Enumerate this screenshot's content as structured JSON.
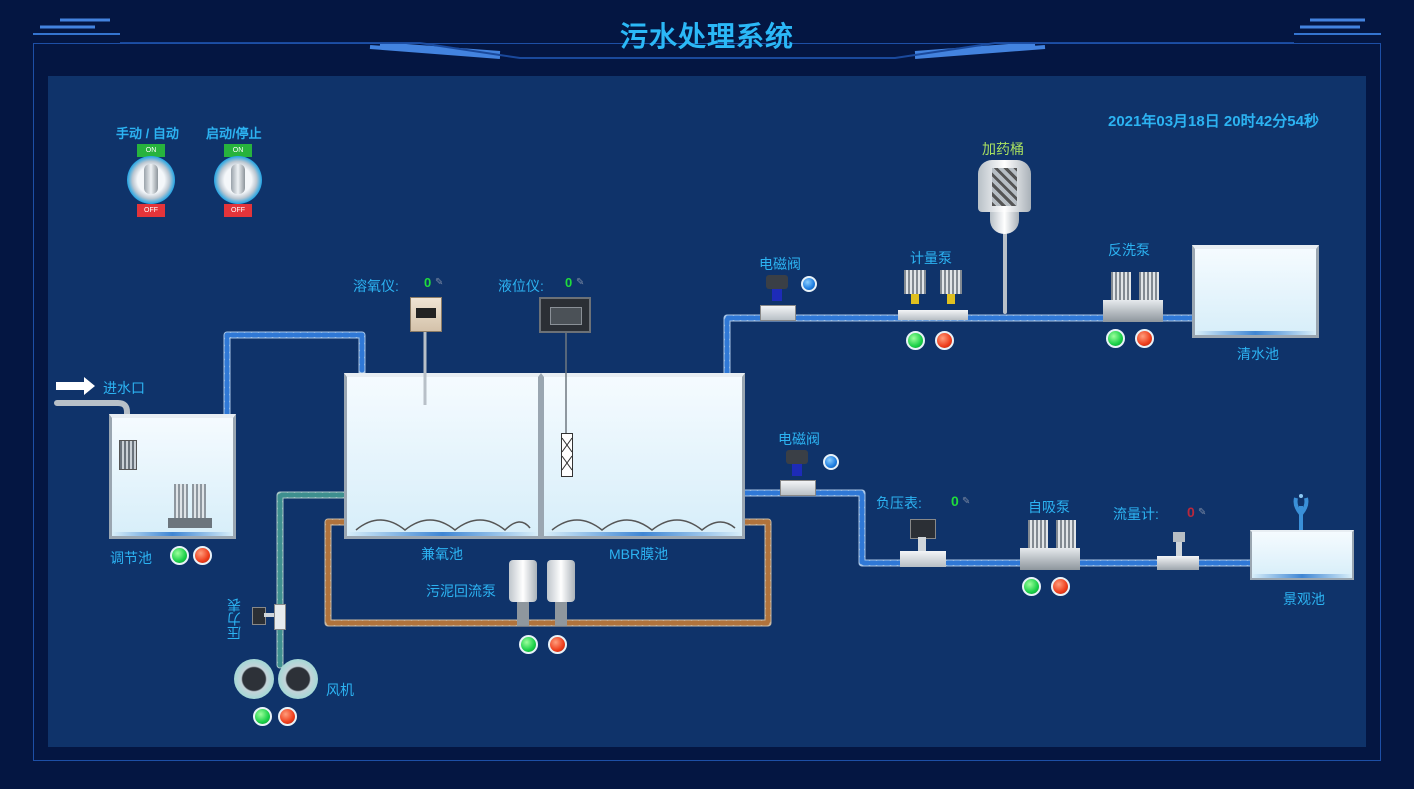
{
  "header": {
    "title": "污水处理系统"
  },
  "datetime": "2021年03月18日 20时42分54秒",
  "switches": {
    "mode_label": "手动 / 自动",
    "run_label": "启动/停止",
    "on_text": "ON",
    "off_text": "OFF"
  },
  "inlet": {
    "label": "进水口"
  },
  "tanks": {
    "regulating": "调节池",
    "anoxic": "兼氧池",
    "mbr": "MBR膜池",
    "clean": "清水池",
    "landscape": "景观池"
  },
  "instruments": {
    "do_meter": {
      "label": "溶氧仪:",
      "value": "0"
    },
    "level_meter": {
      "label": "液位仪:",
      "value": "0"
    },
    "negative_pressure": {
      "label": "负压表:",
      "value": "0"
    },
    "flow_meter": {
      "label": "流量计:",
      "value": "0"
    },
    "pressure_gauge": {
      "label": "压力表"
    }
  },
  "equipment": {
    "dosing_tank": "加药桶",
    "metering_pump": "计量泵",
    "backwash_pump": "反洗泵",
    "solenoid_valve_top": "电磁阀",
    "solenoid_valve_mid": "电磁阀",
    "self_priming_pump": "自吸泵",
    "sludge_return_pump": "污泥回流泵",
    "blower": "风机"
  },
  "colors": {
    "background": "#041642",
    "panel": "#0f336a",
    "label": "#2cb3f2",
    "value_green": "#1fdc3c",
    "value_red": "#b9283c",
    "dosing_label": "#a8e060"
  }
}
